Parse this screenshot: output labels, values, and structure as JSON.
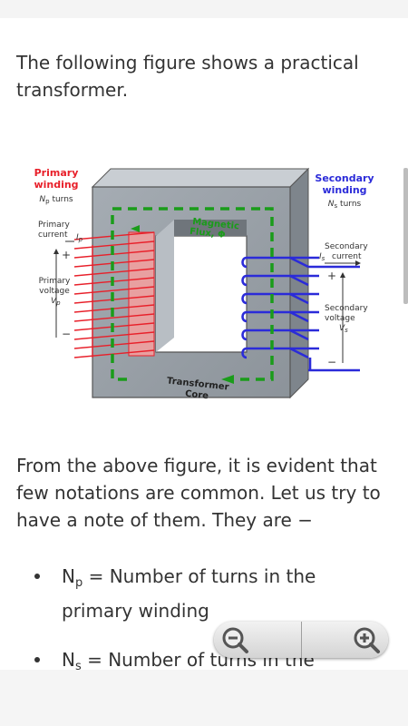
{
  "intro_text": "The following figure shows a practical transformer.",
  "figure": {
    "primary_winding": [
      "Primary",
      "winding"
    ],
    "np_turns": "turns",
    "np_symbol": "N",
    "np_sub": "p",
    "primary_current": [
      "Primary",
      "current"
    ],
    "ip_symbol": "I",
    "ip_sub": "p",
    "plus": "+",
    "minus": "−",
    "primary_voltage": [
      "Primary",
      "voltage"
    ],
    "vp_symbol": "V",
    "vp_sub": "p",
    "magnetic_flux": [
      "Magnetic",
      "Flux, Φ"
    ],
    "transformer_core": [
      "Transformer",
      "Core"
    ],
    "secondary_winding": [
      "Secondary",
      "winding"
    ],
    "ns_turns": "turns",
    "ns_symbol": "N",
    "ns_sub": "s",
    "secondary_current": [
      "Secondary",
      "current"
    ],
    "is_symbol": "I",
    "is_sub": "s",
    "secondary_voltage": [
      "Secondary",
      "voltage"
    ],
    "vs_symbol": "V",
    "vs_sub": "s",
    "colors": {
      "primary": "#e8202a",
      "secondary": "#2b2bd9",
      "flux": "#1a9c1a",
      "core": "#9aa1a8"
    }
  },
  "paragraph_2": "From the above figure, it is evident that few notations are common. Let us try to have a note of them. They are −",
  "bullets": [
    {
      "symbol": "N",
      "sub": "p",
      "text": " = Number of turns in the primary winding"
    },
    {
      "symbol": "N",
      "sub": "s",
      "text": " = Number of turns in the"
    }
  ],
  "zoom_controls": {
    "zoom_out_icon": "zoom-out-icon",
    "zoom_in_icon": "zoom-in-icon"
  }
}
